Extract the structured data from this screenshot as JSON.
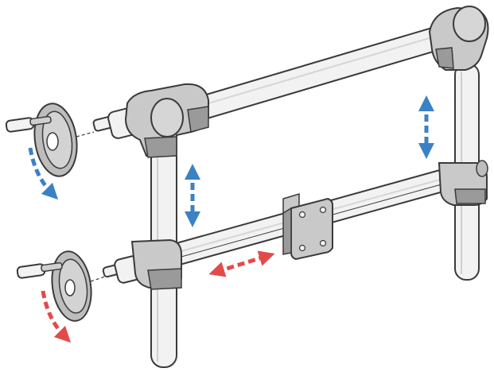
{
  "figure": {
    "kind": "mechanical assembly illustration",
    "colors": {
      "outline": "#3a3a3a",
      "tube_fill": "#f2f2f2",
      "fitting_fill": "#c9c9c9",
      "fitting_shadow": "#9a9a9a",
      "handwheel_fill": "#bdbdbd",
      "arrow_blue": "#3b82c4",
      "arrow_red": "#e34a4a",
      "background": "#ffffff"
    },
    "motion_arrows": [
      {
        "name": "upper-handwheel-rotation",
        "color": "blue",
        "style": "dashed curved"
      },
      {
        "name": "lower-handwheel-rotation",
        "color": "red",
        "style": "dashed curved"
      },
      {
        "name": "left-vertical-travel",
        "color": "blue",
        "style": "dashed double-headed"
      },
      {
        "name": "right-vertical-travel",
        "color": "blue",
        "style": "dashed double-headed"
      },
      {
        "name": "carriage-horizontal-travel",
        "color": "red",
        "style": "dashed double-headed"
      }
    ]
  }
}
